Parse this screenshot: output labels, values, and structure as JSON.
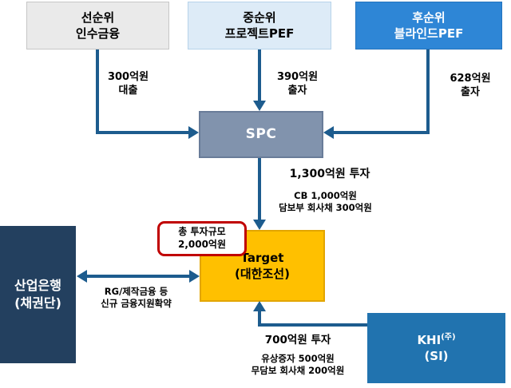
{
  "diagram": {
    "title_hint": "Investment structure diagram (Daehan Shipbuilding acquisition)",
    "colors": {
      "senior_fill": "#EAEAEA",
      "mezzanine_fill": "#DDEBF7",
      "junior_fill": "#2E86D6",
      "spc_fill": "#8193AD",
      "target_fill": "#FFC000",
      "kdb_fill": "#23405F",
      "khi_fill": "#2173AF",
      "arrow": "#1D5C8E",
      "callout_border": "#C00000"
    },
    "nodes": {
      "senior": {
        "line1": "선순위",
        "line2": "인수금융"
      },
      "mezzanine": {
        "line1": "중순위",
        "line2": "프로젝트PEF"
      },
      "junior": {
        "line1": "후순위",
        "line2": "블라인드PEF"
      },
      "spc": {
        "label": "SPC"
      },
      "target": {
        "line1": "Target",
        "line2": "(대한조선)"
      },
      "kdb": {
        "line1": "산업은행",
        "line2": "(채권단)"
      },
      "khi": {
        "name": "KHI",
        "suffix": "(주)",
        "line2": "(SI)"
      }
    },
    "callout": {
      "line1": "총 투자규모",
      "line2": "2,000억원"
    },
    "edges": {
      "senior_to_spc": {
        "line1": "300억원",
        "line2": "대출"
      },
      "mezzanine_to_spc": {
        "line1": "390억원",
        "line2": "출자"
      },
      "junior_to_spc": {
        "line1": "628억원",
        "line2": "출자"
      },
      "spc_to_target": {
        "title": "1,300억원 투자",
        "detail1": "CB 1,000억원",
        "detail2": "담보부 회사채 300억원"
      },
      "kdb_to_target": {
        "detail1": "RG/제작금융 등",
        "detail2": "신규 금융지원확약"
      },
      "khi_to_target": {
        "title": "700억원 투자",
        "detail1": "유상증자 500억원",
        "detail2": "무담보 회사채 200억원"
      }
    }
  }
}
